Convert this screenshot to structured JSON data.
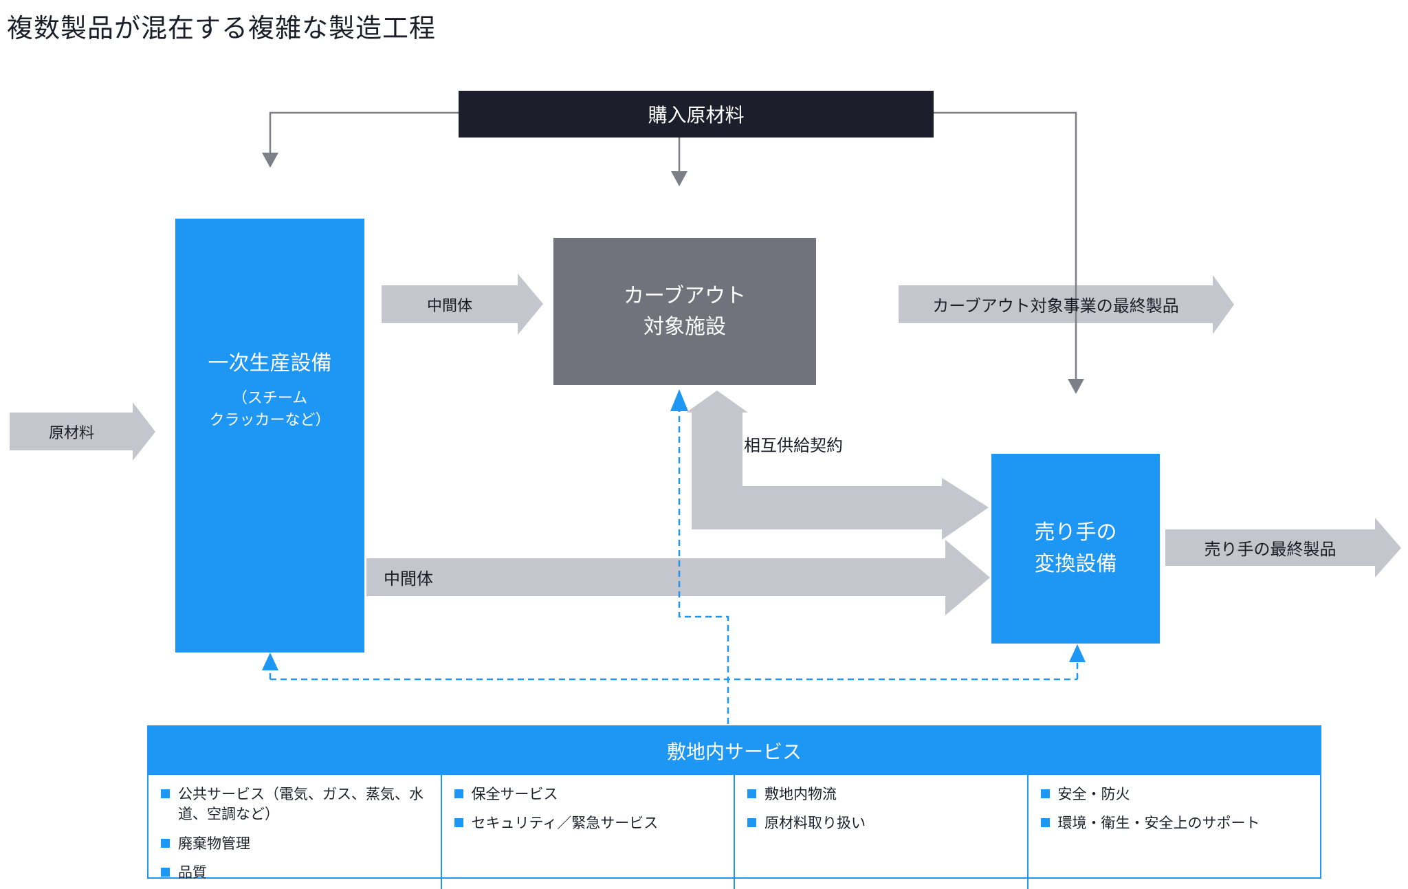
{
  "title": "複数製品が混在する複雑な製造工程",
  "colors": {
    "blue": "#1e96f3",
    "dark_box": "#1c1f2b",
    "gray_box": "#72727d",
    "arrow_fill": "#c5c5cd",
    "connector_line": "#7e7e88",
    "text": "#1b1e28"
  },
  "nodes": {
    "purchased_raw_materials": {
      "label": "購入原材料"
    },
    "primary_production": {
      "label": "一次生産設備",
      "sub_lines": [
        "（スチーム",
        "クラッカーなど）"
      ]
    },
    "carveout_facility": {
      "lines": [
        "カーブアウト",
        "対象施設"
      ]
    },
    "seller_conversion": {
      "lines": [
        "売り手の",
        "変換設備"
      ]
    }
  },
  "arrows": {
    "raw_materials": "原材料",
    "intermediate_top": "中間体",
    "intermediate_bottom": "中間体",
    "carveout_final_products": "カーブアウト対象事業の最終製品",
    "mutual_supply": "相互供給契約",
    "seller_final_products": "売り手の最終製品"
  },
  "services": {
    "title": "敷地内サービス",
    "columns": [
      {
        "items": [
          "公共サービス（電気、ガス、蒸気、水道、空調など）",
          "廃棄物管理",
          "品質"
        ]
      },
      {
        "items": [
          "保全サービス",
          "セキュリティ／緊急サービス"
        ]
      },
      {
        "items": [
          "敷地内物流",
          "原材料取り扱い"
        ]
      },
      {
        "items": [
          "安全・防火",
          "環境・衛生・安全上のサポート"
        ]
      }
    ]
  }
}
